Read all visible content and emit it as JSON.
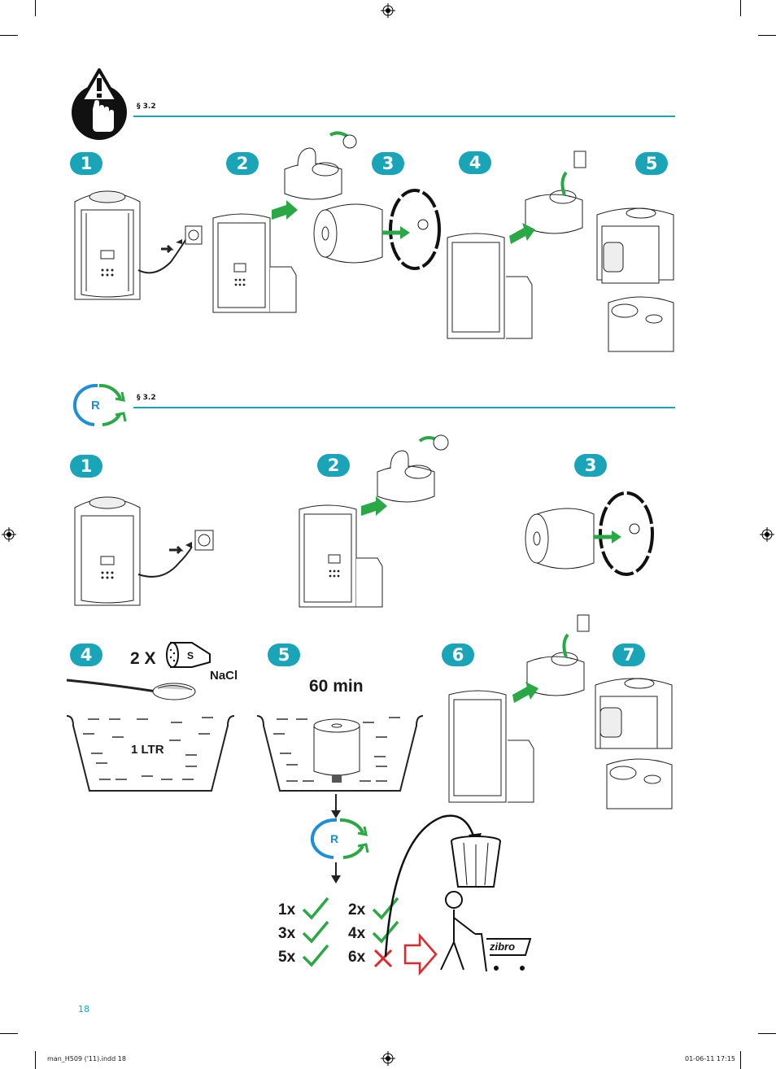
{
  "section1": {
    "ref": "§ 3.2",
    "steps": [
      "1",
      "2",
      "3",
      "4",
      "5"
    ],
    "icon": "warning-hand-icon"
  },
  "section2": {
    "ref": "§ 3.2",
    "steps": [
      "1",
      "2",
      "3",
      "4",
      "5",
      "6",
      "7"
    ],
    "icon": "regenerate-cycle-icon",
    "cycle_letter": "R",
    "salt_multiplier": "2 X",
    "salt_label": "S",
    "salt_formula": "NaCl",
    "water_volume": "1 LTR",
    "soak_time": "60 min",
    "cycles": [
      {
        "label": "1x",
        "status": "ok"
      },
      {
        "label": "2x",
        "status": "ok"
      },
      {
        "label": "3x",
        "status": "ok"
      },
      {
        "label": "4x",
        "status": "ok"
      },
      {
        "label": "5x",
        "status": "ok"
      },
      {
        "label": "6x",
        "status": "replace"
      }
    ],
    "brand": "zibro"
  },
  "colors": {
    "accent": "#1aa4b8",
    "green": "#2aa845",
    "blue": "#1e8fd6",
    "red": "#e3262a"
  },
  "footer": {
    "page_number": "18",
    "file": "man_H509 ('11).indd   18",
    "date": "01-06-11   17:15"
  }
}
